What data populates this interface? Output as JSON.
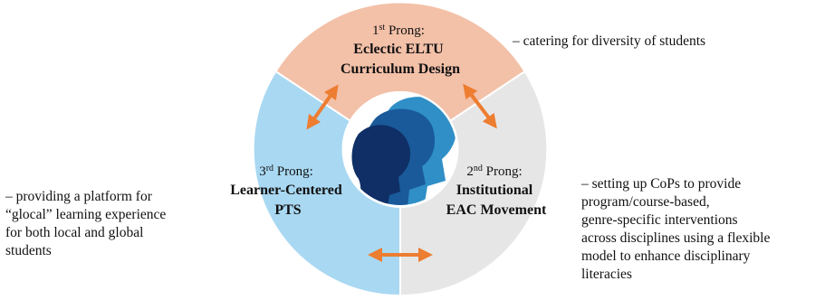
{
  "diagram": {
    "prongs": [
      {
        "id": "prong-1",
        "ordinal_num": "1",
        "ordinal_sup": "st",
        "heading_suffix": " Prong:",
        "title_lines": [
          "Eclectic ELTU",
          "Curriculum Design"
        ],
        "color": "#f3c0a8"
      },
      {
        "id": "prong-2",
        "ordinal_num": "2",
        "ordinal_sup": "nd",
        "heading_suffix": " Prong:",
        "title_lines": [
          "Institutional",
          "EAC Movement"
        ],
        "color": "#e6e6e6"
      },
      {
        "id": "prong-3",
        "ordinal_num": "3",
        "ordinal_sup": "rd",
        "heading_suffix": " Prong:",
        "title_lines": [
          "Learner-Centered",
          "PTS"
        ],
        "color": "#a9d8f2"
      }
    ],
    "arrow_color": "#ed7d31",
    "center_icon": "human-heads-silhouette-icon",
    "center_colors": [
      "#2f8fc6",
      "#1a5a9a",
      "#0f2f66"
    ]
  },
  "notes": {
    "top": [
      "– catering for diversity of students"
    ],
    "left": [
      "– providing a platform for",
      "“glocal” learning experience",
      "for both local and global",
      "students"
    ],
    "right": [
      "– setting up CoPs to provide",
      "program/course-based,",
      "genre-specific interventions",
      "across disciplines using a flexible",
      "model to enhance disciplinary",
      "literacies"
    ]
  }
}
